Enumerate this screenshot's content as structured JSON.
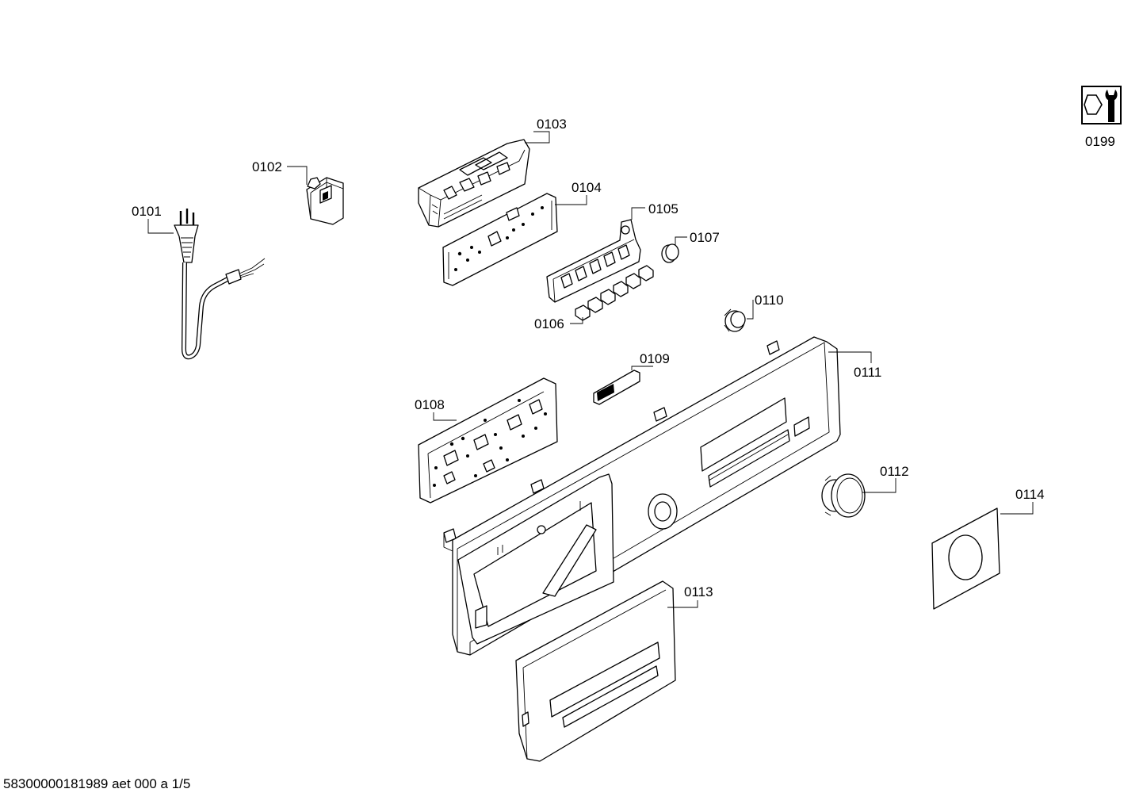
{
  "parts": [
    {
      "id": "0101",
      "label": "0101"
    },
    {
      "id": "0102",
      "label": "0102"
    },
    {
      "id": "0103",
      "label": "0103"
    },
    {
      "id": "0104",
      "label": "0104"
    },
    {
      "id": "0105",
      "label": "0105"
    },
    {
      "id": "0106",
      "label": "0106"
    },
    {
      "id": "0107",
      "label": "0107"
    },
    {
      "id": "0108",
      "label": "0108"
    },
    {
      "id": "0109",
      "label": "0109"
    },
    {
      "id": "0110",
      "label": "0110"
    },
    {
      "id": "0111",
      "label": "0111"
    },
    {
      "id": "0112",
      "label": "0112"
    },
    {
      "id": "0113",
      "label": "0113"
    },
    {
      "id": "0114",
      "label": "0114"
    },
    {
      "id": "0199",
      "label": "0199"
    }
  ],
  "footer": {
    "text": "58300000181989 aet 000 a 1/5"
  },
  "icons": {
    "service": "service-wrench-icon"
  }
}
